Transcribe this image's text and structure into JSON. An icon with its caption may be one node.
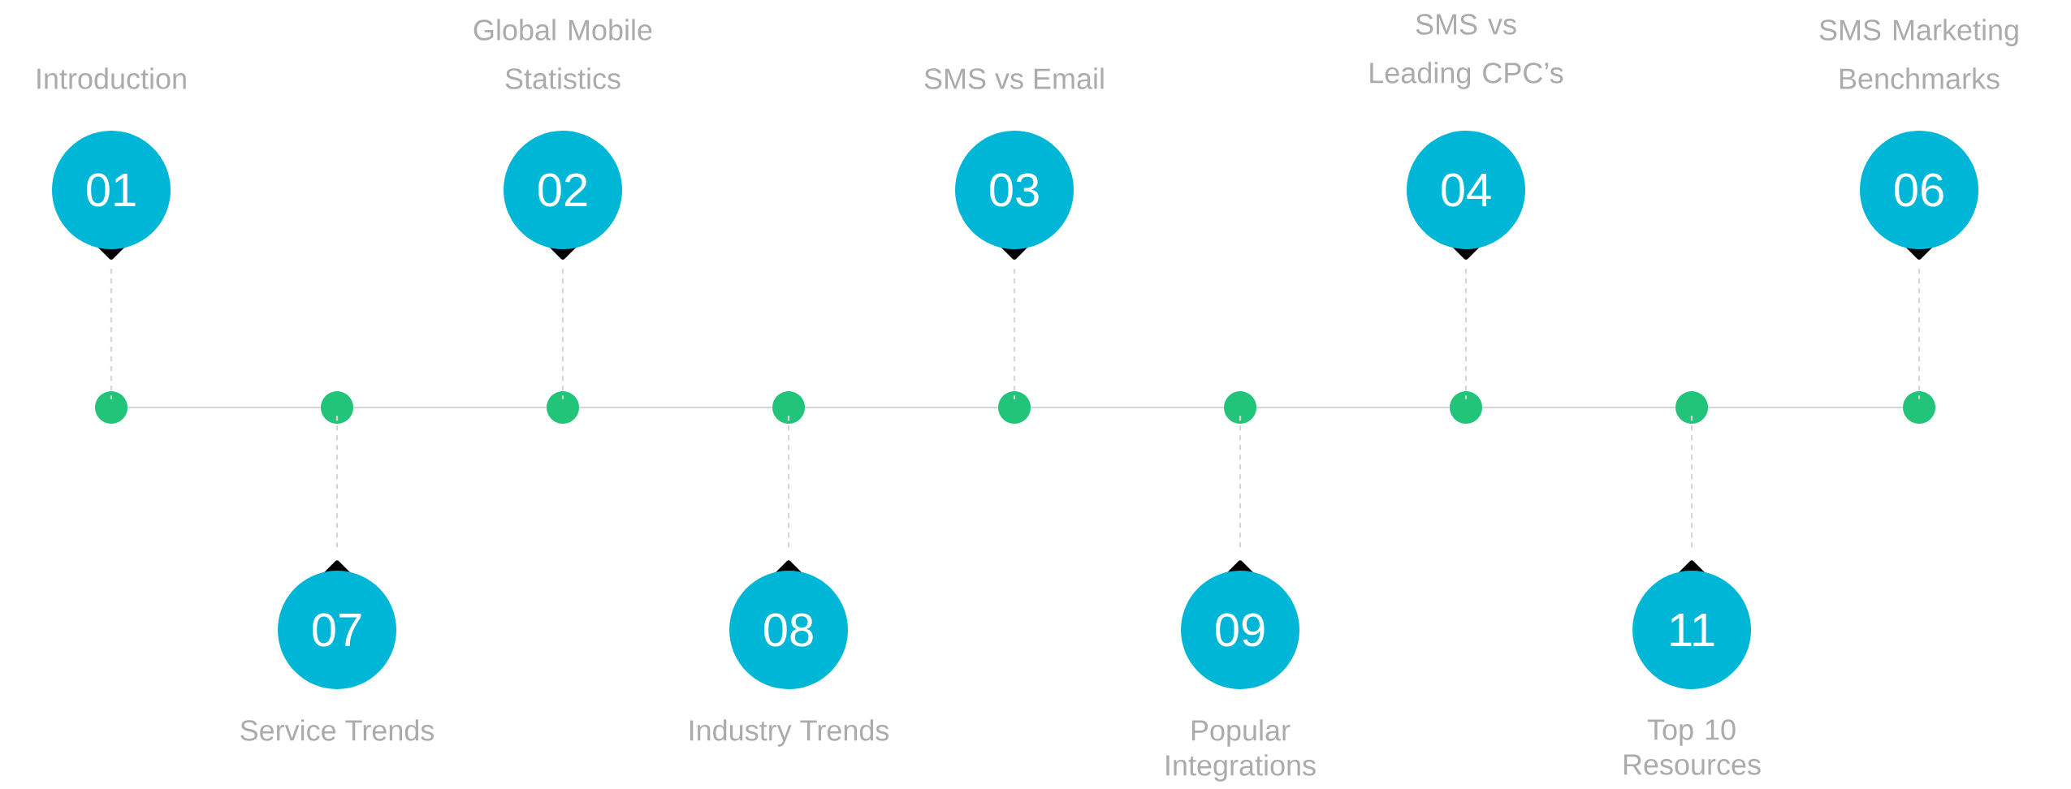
{
  "diagram": {
    "nodes": [
      {
        "text": [
          "01"
        ],
        "beside": [
          "Introduction"
        ]
      },
      {
        "text": [
          "02"
        ],
        "beside": [
          "Global Mobile Statistics"
        ]
      },
      {
        "text": [
          "03"
        ],
        "beside": [
          "SMS vs Email"
        ]
      },
      {
        "text": [
          "04"
        ],
        "beside": [
          "SMS vs Leading CPC’s"
        ]
      },
      {
        "text": [
          "06"
        ],
        "beside": [
          "SMS Marketing Benchmarks"
        ]
      },
      {
        "text": [],
        "shape": "circle"
      },
      {
        "text": [],
        "shape": "circle"
      },
      {
        "text": [],
        "shape": "circle"
      },
      {
        "text": [],
        "shape": "circle"
      },
      {
        "text": [],
        "shape": "circle"
      },
      {
        "text": [],
        "shape": "circle"
      },
      {
        "text": [],
        "shape": "circle"
      },
      {
        "text": [],
        "shape": "circle"
      },
      {
        "text": [],
        "shape": "circle"
      },
      {
        "text": [
          "07"
        ],
        "beside": [
          "Service Trends"
        ]
      },
      {
        "text": [
          "08"
        ],
        "beside": [
          "Industry Trends"
        ]
      },
      {
        "text": [
          "09"
        ],
        "beside": [
          "Popular Integrations"
        ]
      },
      {
        "text": [
          "11"
        ],
        "beside": [
          "Top 10 Resources"
        ]
      }
    ],
    "edges": [
      {
        "from": 0,
        "to": 5,
        "arrow": "none",
        "style": "dashed"
      },
      {
        "from": 1,
        "to": 7,
        "arrow": "none",
        "style": "dashed"
      },
      {
        "from": 2,
        "to": 9,
        "arrow": "none",
        "style": "dashed"
      },
      {
        "from": 3,
        "to": 11,
        "arrow": "none",
        "style": "dashed"
      },
      {
        "from": 4,
        "to": 13,
        "arrow": "none",
        "style": "dashed"
      },
      {
        "from": 6,
        "to": 14,
        "arrow": "none",
        "style": "dashed"
      },
      {
        "from": 8,
        "to": 15,
        "arrow": "none",
        "style": "dashed"
      },
      {
        "from": 10,
        "to": 16,
        "arrow": "none",
        "style": "dashed"
      },
      {
        "from": 12,
        "to": 17,
        "arrow": "none",
        "style": "dashed"
      },
      {
        "from": 5,
        "to": 6,
        "arrow": "none"
      },
      {
        "from": 6,
        "to": 7,
        "arrow": "none"
      },
      {
        "from": 7,
        "to": 8,
        "arrow": "none"
      },
      {
        "from": 8,
        "to": 9,
        "arrow": "none"
      },
      {
        "from": 9,
        "to": 10,
        "arrow": "none"
      },
      {
        "from": 10,
        "to": 11,
        "arrow": "none"
      },
      {
        "from": 11,
        "to": 12,
        "arrow": "none"
      },
      {
        "from": 12,
        "to": 13,
        "arrow": "none"
      }
    ]
  }
}
